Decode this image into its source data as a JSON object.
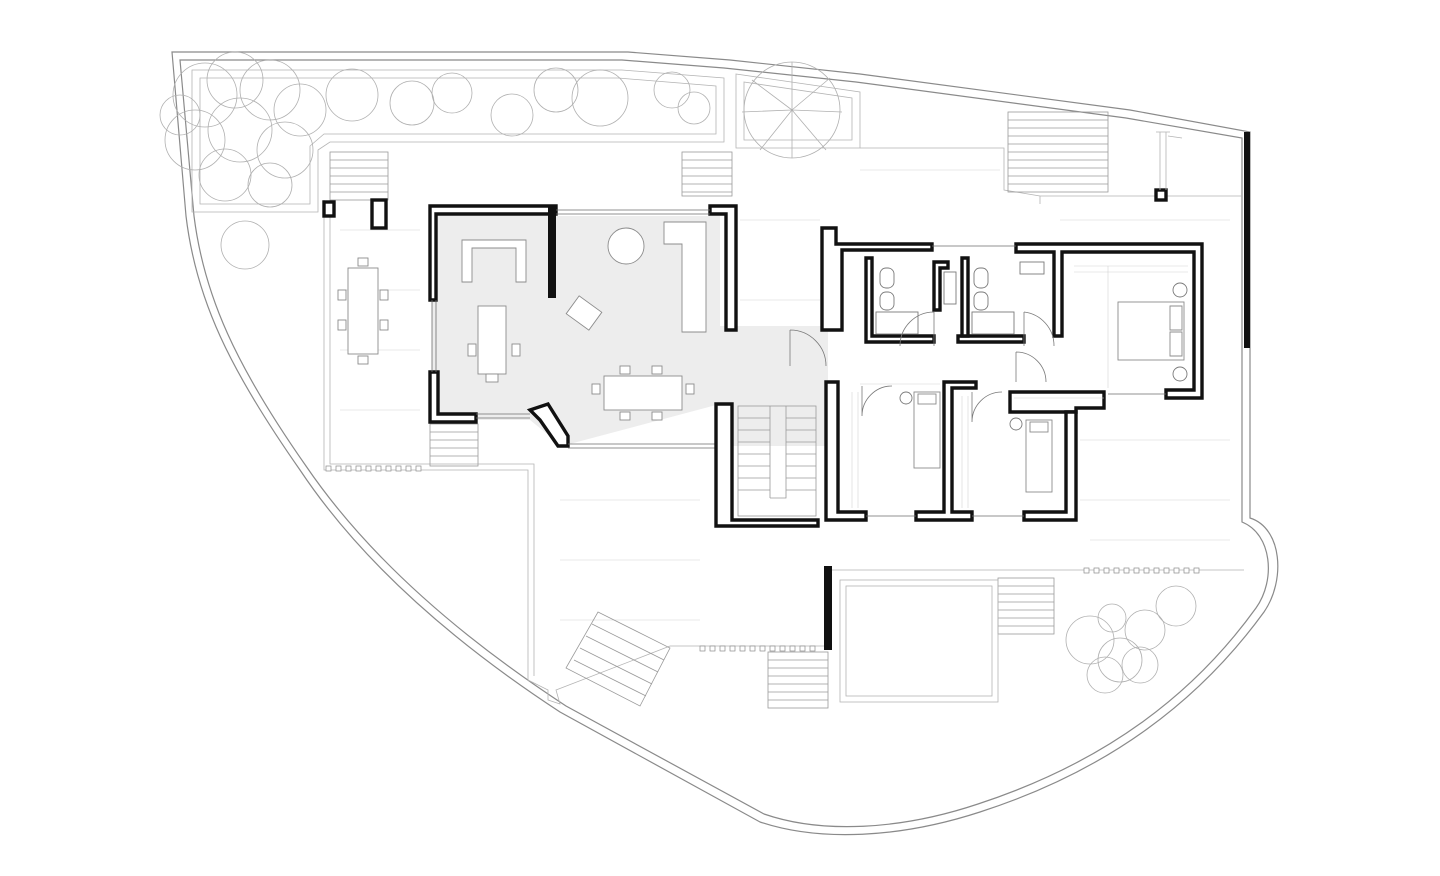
{
  "diagram": {
    "kind": "architectural-floor-plan",
    "colors": {
      "background": "#ffffff",
      "wall": "#111111",
      "living_floor": "#ededed",
      "site_line": "#8a8a8a",
      "detail_line": "#b4b4b4"
    },
    "components": [
      "site-boundary",
      "garden-planter",
      "terrace",
      "living-dining-kitchen",
      "bathroom-1",
      "bathroom-2",
      "master-bedroom",
      "bedroom-2",
      "bedroom-3",
      "central-staircase",
      "swimming-pool",
      "outdoor-stairs",
      "trees"
    ]
  }
}
